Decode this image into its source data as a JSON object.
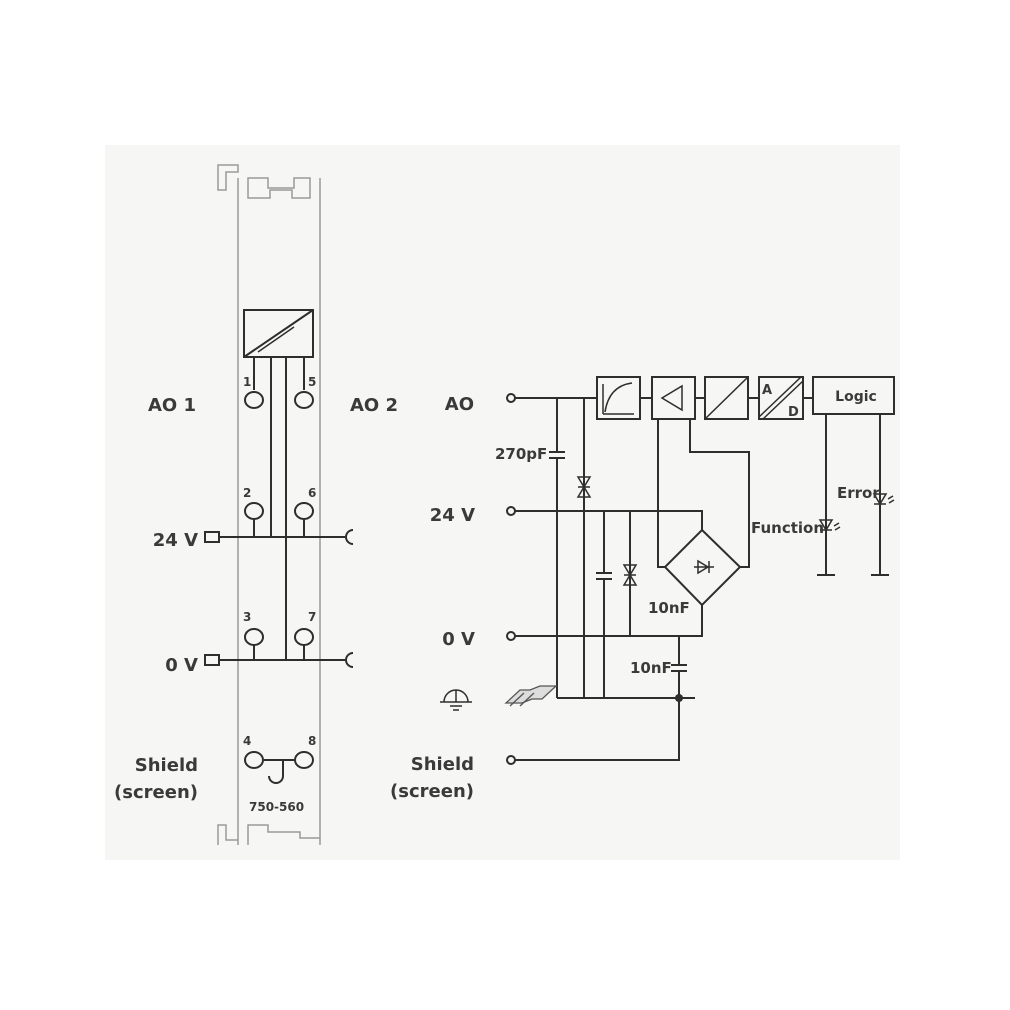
{
  "module": {
    "labels": {
      "ao1": "AO 1",
      "ao2": "AO 2",
      "v24": "24 V",
      "v0": "0 V",
      "shield": "Shield",
      "screen": "(screen)"
    },
    "terminals": [
      "1",
      "2",
      "3",
      "4",
      "5",
      "6",
      "7",
      "8"
    ],
    "part_number": "750-560"
  },
  "schematic": {
    "labels": {
      "ao": "AO",
      "v24": "24 V",
      "v0": "0 V",
      "shield": "Shield",
      "screen": "(screen)"
    },
    "components": {
      "cap1": "270pF",
      "cap2": "10nF",
      "cap3": "10nF",
      "adc_a": "A",
      "adc_d": "D",
      "logic": "Logic"
    },
    "leds": {
      "function": "Function",
      "error": "Error"
    }
  },
  "colors": {
    "line": "#2e2e2e",
    "housing": "#9a9a9a",
    "panel": "#f6f6f4"
  }
}
